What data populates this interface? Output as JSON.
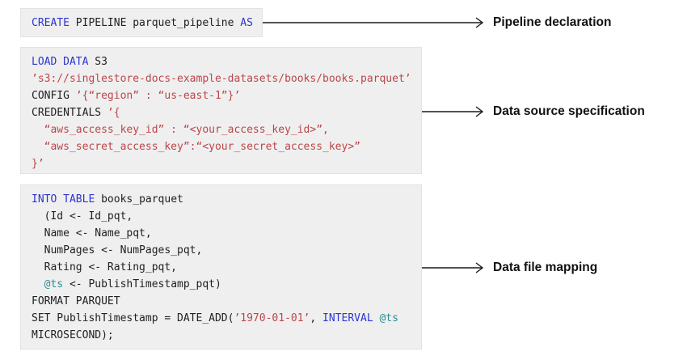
{
  "colors": {
    "keyword": "#2d34d1",
    "string": "#bb4649",
    "variable": "#2e8c8d",
    "code": "#202124",
    "label": "#111111",
    "box_bg": "#efefef",
    "box_border": "#e2e2e2",
    "arrow": "#1a1a1a"
  },
  "blocks": [
    {
      "name": "pipeline-declaration",
      "label": "Pipeline declaration",
      "lines": [
        [
          {
            "t": "CREATE",
            "c": "kw"
          },
          {
            "t": " PIPELINE parquet_pipeline ",
            "c": "plain"
          },
          {
            "t": "AS",
            "c": "kw"
          }
        ]
      ]
    },
    {
      "name": "data-source-specification",
      "label": "Data source specification",
      "lines": [
        [
          {
            "t": "LOAD DATA",
            "c": "kw"
          },
          {
            "t": " S3",
            "c": "plain"
          }
        ],
        [
          {
            "t": "’s3://singlestore-docs-example-datasets/books/books.parquet’",
            "c": "str"
          }
        ],
        [
          {
            "t": "CONFIG ",
            "c": "plain"
          },
          {
            "t": "’{“region” : “us-east-1”}’",
            "c": "str"
          }
        ],
        [
          {
            "t": "CREDENTIALS ",
            "c": "plain"
          },
          {
            "t": "’{",
            "c": "str"
          }
        ],
        [
          {
            "t": "  “aws_access_key_id” : “<your_access_key_id>”,",
            "c": "str"
          }
        ],
        [
          {
            "t": "  “aws_secret_access_key”:“<your_secret_access_key>”",
            "c": "str"
          }
        ],
        [
          {
            "t": "}’",
            "c": "str"
          }
        ]
      ]
    },
    {
      "name": "data-file-mapping",
      "label": "Data file mapping",
      "lines": [
        [
          {
            "t": "INTO TABLE",
            "c": "kw"
          },
          {
            "t": " books_parquet",
            "c": "plain"
          }
        ],
        [
          {
            "t": "  (Id <- Id_pqt,",
            "c": "plain"
          }
        ],
        [
          {
            "t": "  Name <- Name_pqt,",
            "c": "plain"
          }
        ],
        [
          {
            "t": "  NumPages <- NumPages_pqt,",
            "c": "plain"
          }
        ],
        [
          {
            "t": "  Rating <- Rating_pqt,",
            "c": "plain"
          }
        ],
        [
          {
            "t": "  ",
            "c": "plain"
          },
          {
            "t": "@ts",
            "c": "var"
          },
          {
            "t": " <- PublishTimestamp_pqt)",
            "c": "plain"
          }
        ],
        [
          {
            "t": "FORMAT PARQUET",
            "c": "plain"
          }
        ],
        [
          {
            "t": "SET PublishTimestamp = DATE_ADD(",
            "c": "plain"
          },
          {
            "t": "’1970-01-01’",
            "c": "str"
          },
          {
            "t": ", ",
            "c": "plain"
          },
          {
            "t": "INTERVAL",
            "c": "kw"
          },
          {
            "t": " ",
            "c": "plain"
          },
          {
            "t": "@ts",
            "c": "var"
          }
        ],
        [
          {
            "t": "MICROSECOND);",
            "c": "plain"
          }
        ]
      ]
    }
  ]
}
